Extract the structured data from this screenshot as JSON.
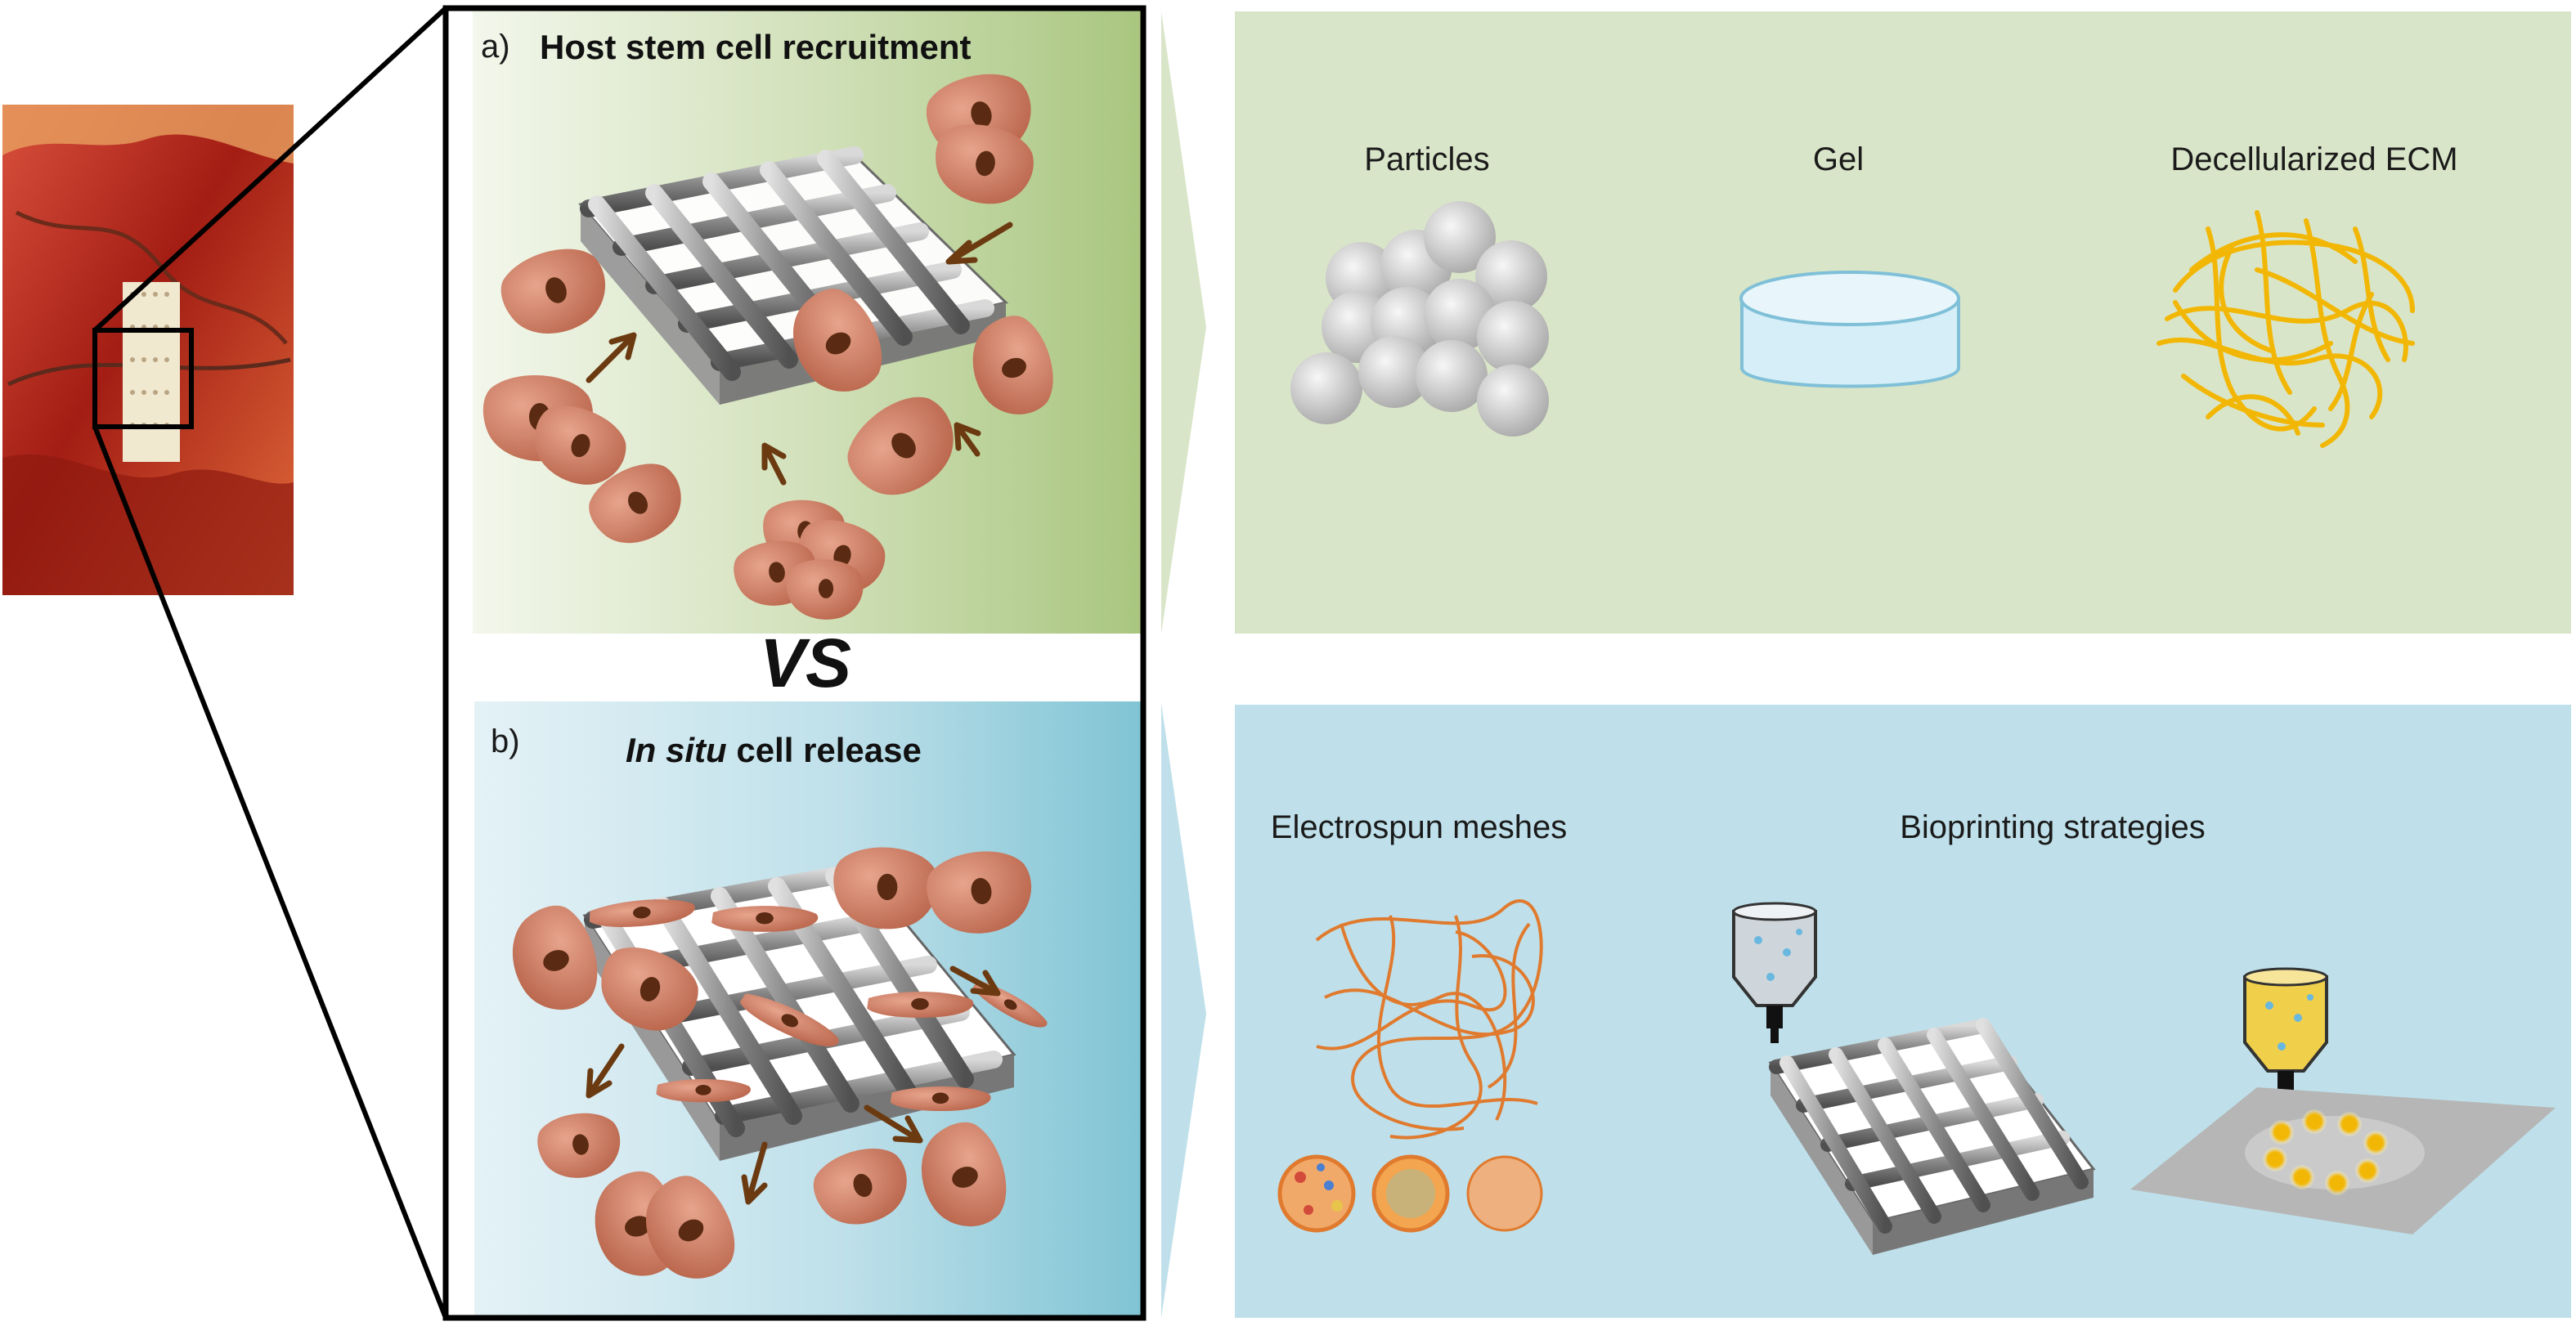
{
  "panel_a": {
    "letter": "a)",
    "title": "Host stem cell recruitment",
    "items": [
      "Particles",
      "Gel",
      "Decellularized ECM"
    ]
  },
  "versus": "VS",
  "panel_b": {
    "letter": "b)",
    "title_italic": "In situ",
    "title_rest": " cell release",
    "items": [
      "Electrospun meshes",
      "Bioprinting strategies"
    ]
  },
  "colors": {
    "green_panel": "#d9e5c8",
    "green_gradient_end": "#a9c67f",
    "blue_panel": "#bfe0ea",
    "blue_gradient_end": "#7fc4d4",
    "cell": "#c9785e",
    "nucleus": "#5a2a12",
    "arrow": "#6b3a10",
    "fiber_orange": "#e07a2e",
    "ecm_yellow": "#f2b705",
    "particle_gray": "#c8c8c8",
    "gel_blue": "#d6eef7"
  }
}
